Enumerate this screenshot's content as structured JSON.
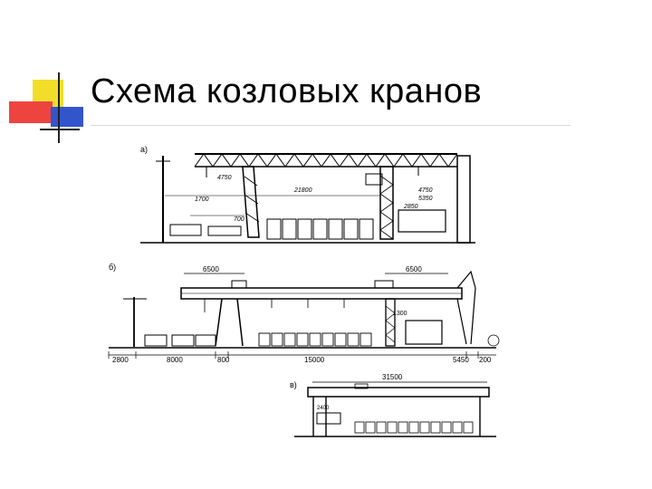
{
  "slide": {
    "title": "Схема козловых кранов"
  },
  "colors": {
    "accent_yellow": "#f2de2a",
    "accent_red": "#ee4440",
    "accent_blue": "#3355cc",
    "rule_gray": "#d9d9d9"
  },
  "diagram": {
    "a": {
      "panel_label": "а)",
      "dims": [
        "4750",
        "21800",
        "1700",
        "700",
        "4750",
        "5350",
        "2850"
      ]
    },
    "b": {
      "panel_label": "б)",
      "dims_top": [
        "6500",
        "6500"
      ],
      "dim_mid": "1300",
      "dims_bottom": [
        "2800",
        "8000",
        "800",
        "15000",
        "5450",
        "200"
      ]
    },
    "c": {
      "panel_label": "в)",
      "dim_span": "31500",
      "dim_small": "2400"
    }
  }
}
